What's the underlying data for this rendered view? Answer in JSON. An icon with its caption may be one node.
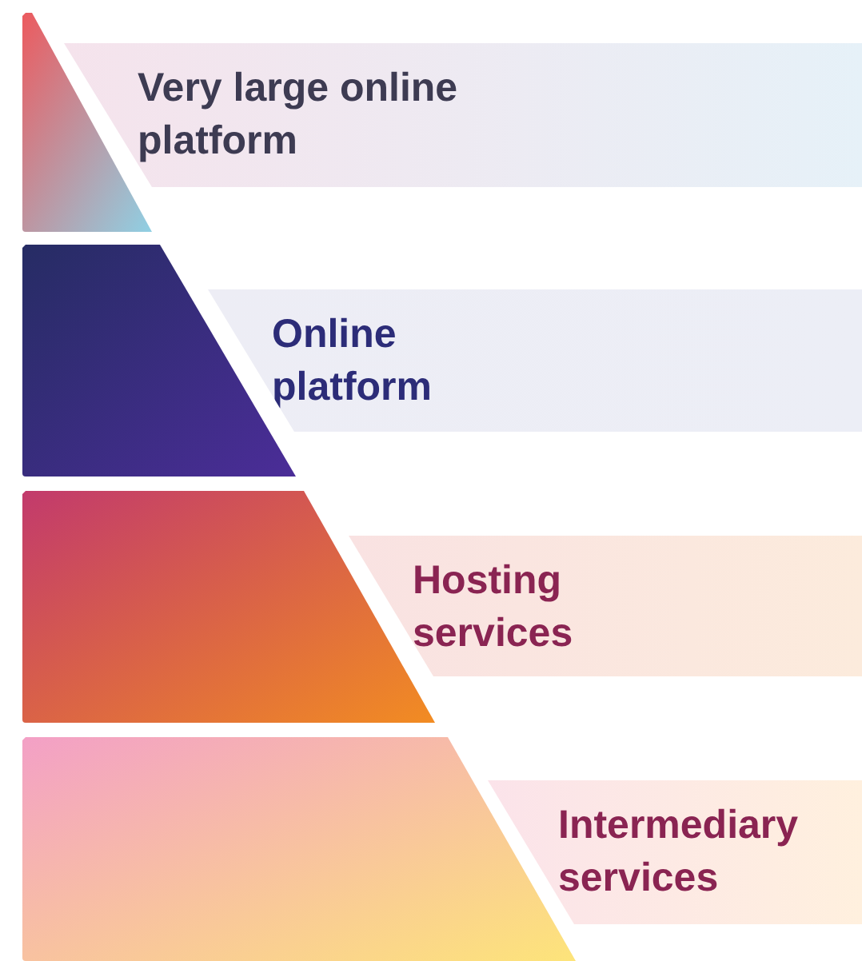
{
  "diagram": {
    "nodes": [
      {
        "text": [],
        "shape": "trapezoid"
      },
      {
        "text": [
          "Very large online platform"
        ]
      },
      {
        "text": [],
        "shape": "trapezoid"
      },
      {
        "text": [
          "Online platform"
        ]
      },
      {
        "text": [],
        "shape": "trapezoid"
      },
      {
        "text": [
          "Hosting services"
        ]
      },
      {
        "text": [],
        "shape": "trapezoid"
      },
      {
        "text": [
          "Intermediary services"
        ]
      }
    ]
  }
}
